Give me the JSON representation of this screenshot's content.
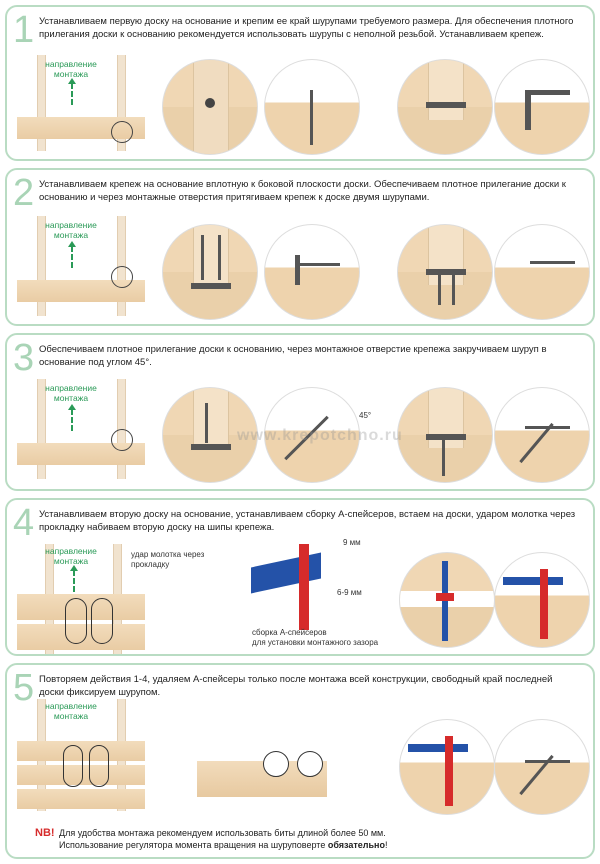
{
  "steps": [
    {
      "number": "1",
      "text": "Устанавливаем первую доску на основание и крепим ее край шурупами требуемого размера. Для обеспечения плотного прилегания доски к основанию рекомендуется использовать шурупы с неполной резьбой. Устанавливаем крепеж."
    },
    {
      "number": "2",
      "text": "Устанавливаем крепеж на основание вплотную к боковой плоскости доски. Обеспечиваем плотное прилегание доски к основанию и через монтажные отверстия притягиваем крепеж к доске двумя шурупами."
    },
    {
      "number": "3",
      "text": "Обеспечиваем плотное прилегание доски к основанию, через монтажное отверстие крепежа закручиваем шуруп в основание под углом 45°.",
      "angle": "45°",
      "watermark": "www.krepotchno.ru"
    },
    {
      "number": "4",
      "text": "Устанавливаем вторую доску на основание, устанавливаем сборку А-спейсеров, встаем на доски, ударом молотка через прокладку набиваем вторую доску на шипы крепежа.",
      "hammer_note": "удар молотка через прокладку",
      "dim_top": "9 мм",
      "dim_bottom": "6-9 мм",
      "spacer_caption_1": "сборка А-спейсеров",
      "spacer_caption_2": "для установки монтажного зазора"
    },
    {
      "number": "5",
      "text": "Повторяем действия 1-4, удаляем А-спейсеры только после монтажа всей конструкции, свободный край последней доски фиксируем шурупом."
    }
  ],
  "direction_label_1": "направление",
  "direction_label_2": "монтажа",
  "note": {
    "mark": "NB!",
    "line1": "Для удобства монтажа рекомендуем использовать биты длиной более 50 мм.",
    "line2_prefix": "Использование регулятора момента вращения на шуруповерте ",
    "line2_bold": "обязательно",
    "line2_suffix": "!"
  }
}
